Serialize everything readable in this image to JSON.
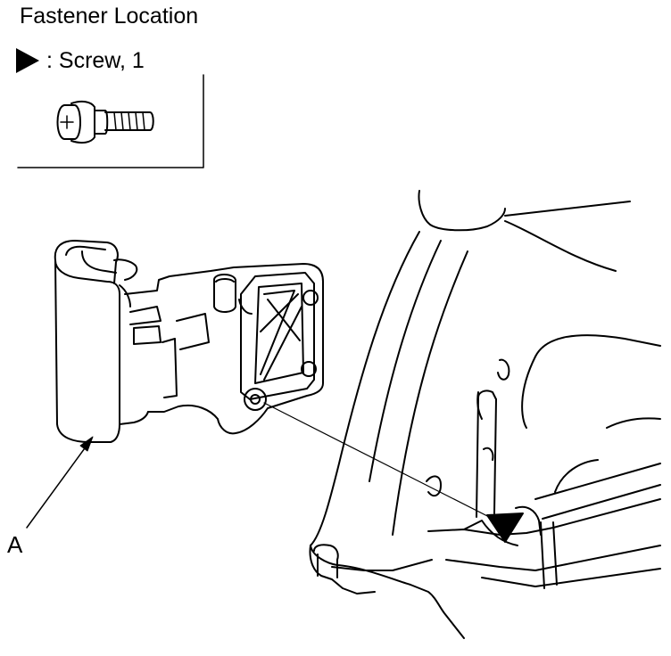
{
  "title": "Fastener Location",
  "legend": {
    "symbol": "filled-triangle-marker",
    "text": ": Screw, 1"
  },
  "callouts": [
    {
      "label": "A"
    }
  ],
  "colors": {
    "ink": "#000000",
    "paper": "#ffffff"
  }
}
